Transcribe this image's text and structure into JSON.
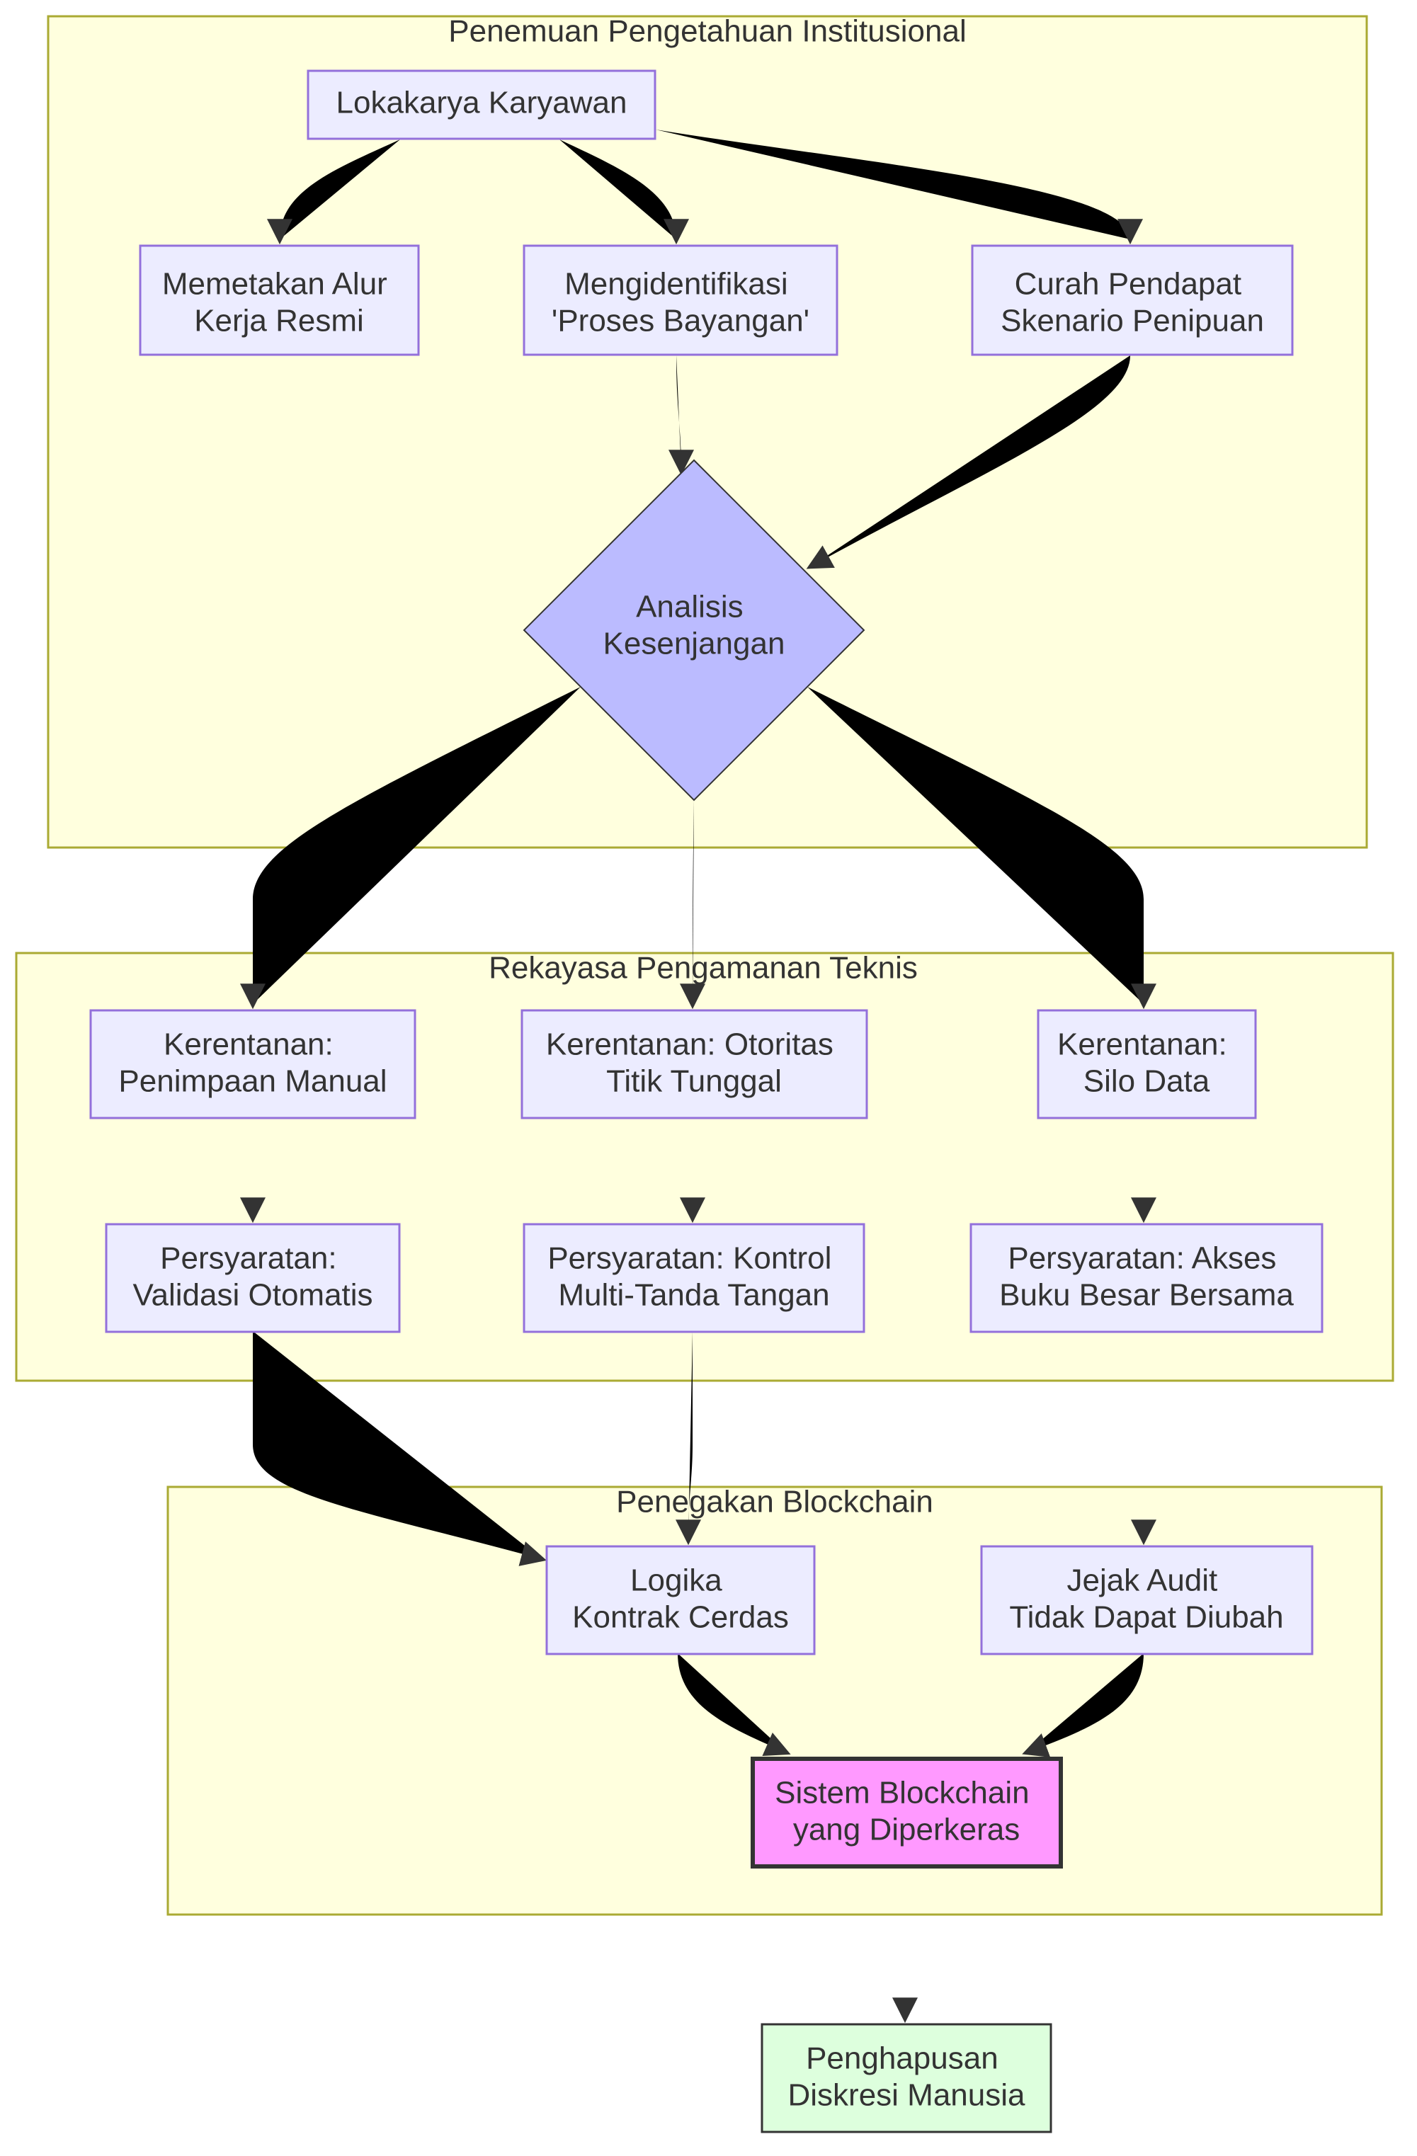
{
  "clusters": [
    {
      "id": "discovery",
      "label": "Penemuan Pengetahuan Institusional"
    },
    {
      "id": "engineering",
      "label": "Rekayasa Pengamanan Teknis"
    },
    {
      "id": "enforcement",
      "label": "Penegakan Blockchain"
    }
  ],
  "nodes": [
    {
      "id": "workshop",
      "shape": "rect",
      "lines": [
        "Lokakarya Karyawan"
      ]
    },
    {
      "id": "map",
      "shape": "rect",
      "lines": [
        "Memetakan Alur",
        "Kerja Resmi"
      ]
    },
    {
      "id": "shadow",
      "shape": "rect",
      "lines": [
        "Mengidentifikasi",
        "'Proses Bayangan'"
      ]
    },
    {
      "id": "fraud",
      "shape": "rect",
      "lines": [
        "Curah Pendapat",
        "Skenario Penipuan"
      ]
    },
    {
      "id": "gap",
      "shape": "diamond",
      "lines": [
        "Analisis",
        "Kesenjangan"
      ]
    },
    {
      "id": "v_manual",
      "shape": "rect",
      "lines": [
        "Kerentanan:",
        "Penimpaan Manual"
      ]
    },
    {
      "id": "v_single",
      "shape": "rect",
      "lines": [
        "Kerentanan: Otoritas",
        "Titik Tunggal"
      ]
    },
    {
      "id": "v_silo",
      "shape": "rect",
      "lines": [
        "Kerentanan:",
        "Silo Data"
      ]
    },
    {
      "id": "r_auto",
      "shape": "rect",
      "lines": [
        "Persyaratan:",
        "Validasi Otomatis"
      ]
    },
    {
      "id": "r_multi",
      "shape": "rect",
      "lines": [
        "Persyaratan: Kontrol",
        "Multi-Tanda Tangan"
      ]
    },
    {
      "id": "r_ledger",
      "shape": "rect",
      "lines": [
        "Persyaratan: Akses",
        "Buku Besar Bersama"
      ]
    },
    {
      "id": "contract",
      "shape": "rect",
      "lines": [
        "Logika",
        "Kontrak Cerdas"
      ]
    },
    {
      "id": "audit",
      "shape": "rect",
      "lines": [
        "Jejak Audit",
        "Tidak Dapat Diubah"
      ]
    },
    {
      "id": "hardened",
      "shape": "rect",
      "lines": [
        "Sistem Blockchain",
        "yang Diperkeras"
      ]
    },
    {
      "id": "removal",
      "shape": "rect",
      "lines": [
        "Penghapusan",
        "Diskresi Manusia"
      ]
    }
  ],
  "edges": [
    {
      "from": "workshop",
      "to": "map"
    },
    {
      "from": "workshop",
      "to": "shadow"
    },
    {
      "from": "workshop",
      "to": "fraud"
    },
    {
      "from": "shadow",
      "to": "gap"
    },
    {
      "from": "fraud",
      "to": "gap"
    },
    {
      "from": "gap",
      "to": "v_manual"
    },
    {
      "from": "gap",
      "to": "v_single"
    },
    {
      "from": "gap",
      "to": "v_silo"
    },
    {
      "from": "v_manual",
      "to": "r_auto"
    },
    {
      "from": "v_single",
      "to": "r_multi"
    },
    {
      "from": "v_silo",
      "to": "r_ledger"
    },
    {
      "from": "r_auto",
      "to": "contract"
    },
    {
      "from": "r_multi",
      "to": "contract"
    },
    {
      "from": "r_ledger",
      "to": "audit"
    },
    {
      "from": "contract",
      "to": "hardened"
    },
    {
      "from": "audit",
      "to": "hardened"
    },
    {
      "from": "hardened",
      "to": "removal"
    }
  ],
  "colors": {
    "cluster_fill": "#ffffde",
    "cluster_stroke": "#aaaa33",
    "node_fill": "#ececff",
    "node_stroke": "#9370db",
    "decision_fill": "#bbbbff",
    "hardened_fill": "#ff99ff",
    "hardened_stroke": "#333333",
    "removal_fill": "#ddffdd",
    "removal_stroke": "#333333",
    "edge": "#333333",
    "text": "#333333"
  }
}
